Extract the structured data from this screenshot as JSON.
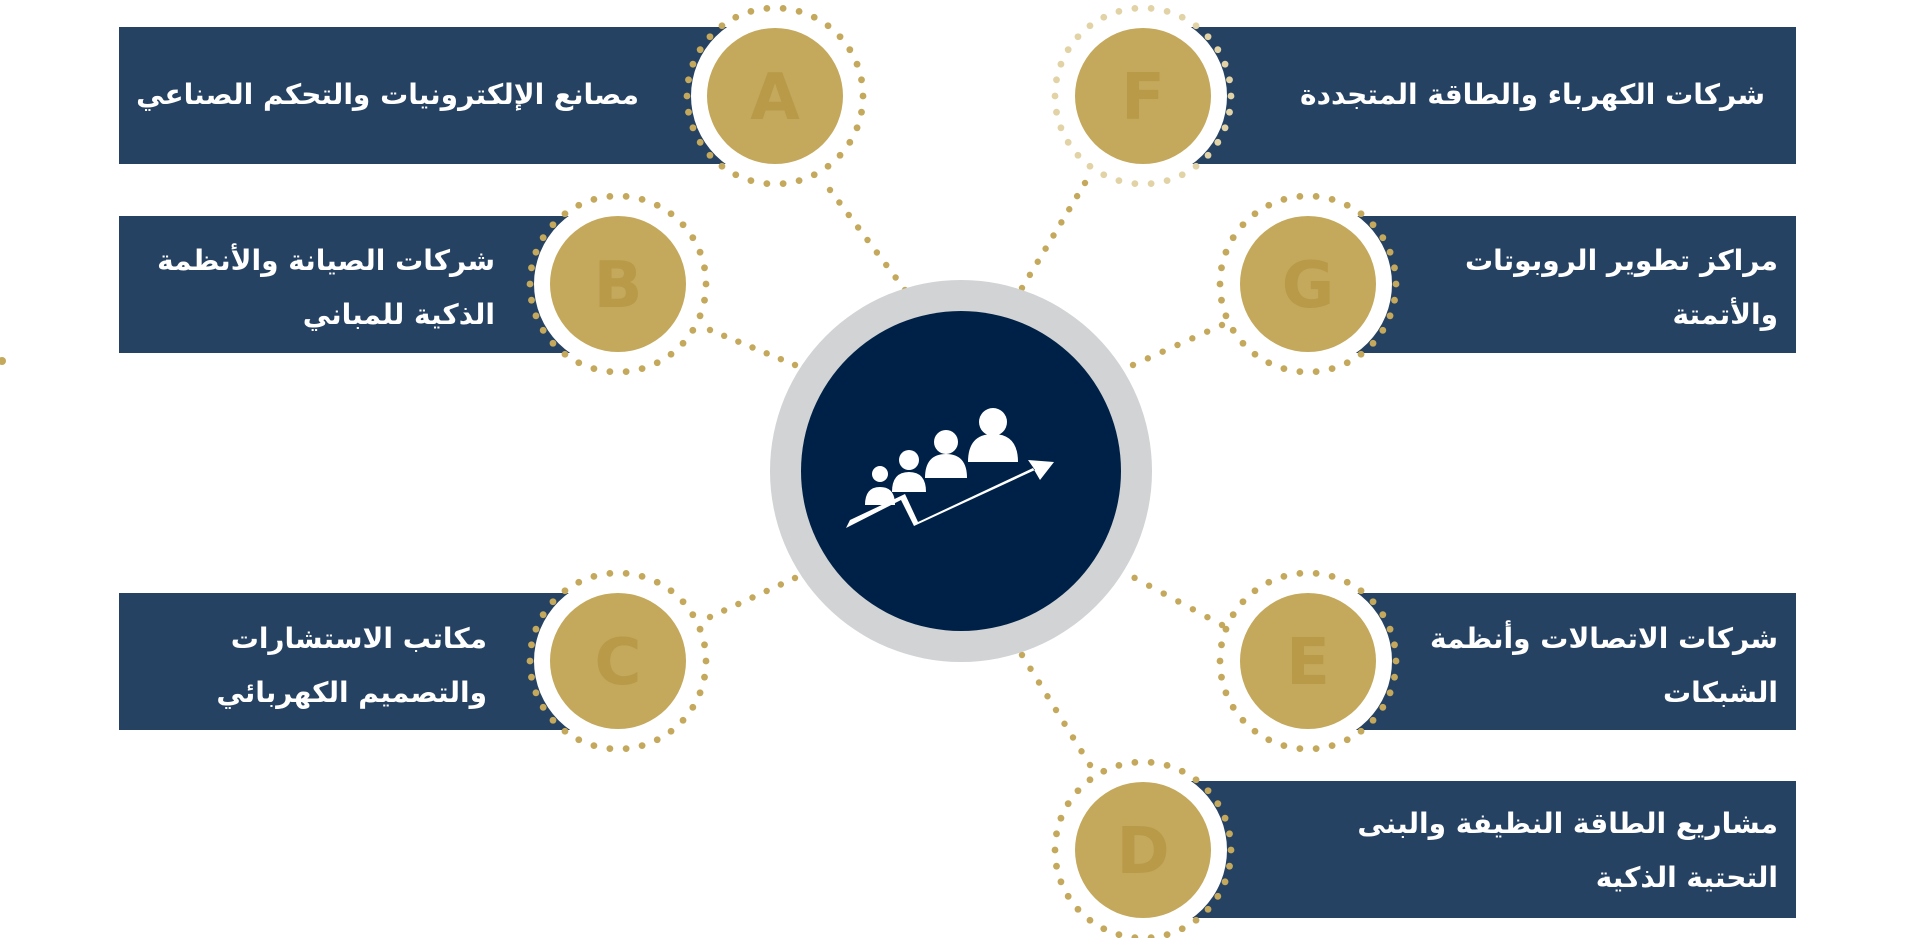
{
  "colors": {
    "box": "#264263",
    "gold": "#C4A85C",
    "letter": "#B89A48",
    "center_fill": "#002147",
    "center_ring": "#D1D3D4",
    "dots": "#C4A85C",
    "dots_faded": "#E2D3A6"
  },
  "center_icon": "team-growth-arrow-icon",
  "items": [
    {
      "letter": "A",
      "line1": "مصانع الإلكترونيات والتحكم الصناعي",
      "line2": ""
    },
    {
      "letter": "B",
      "line1": "شركات الصيانة والأنظمة",
      "line2": "الذكية للمباني"
    },
    {
      "letter": "C",
      "line1": "مكاتب الاستشارات",
      "line2": "والتصميم الكهربائي"
    },
    {
      "letter": "D",
      "line1": "مشاريع الطاقة النظيفة والبنى",
      "line2": "التحتية الذكية"
    },
    {
      "letter": "E",
      "line1": "شركات الاتصالات وأنظمة",
      "line2": "الشبكات"
    },
    {
      "letter": "F",
      "line1": "شركات الكهرباء والطاقة المتجددة",
      "line2": ""
    },
    {
      "letter": "G",
      "line1": "مراكز تطوير الروبوتات",
      "line2": "والأتمتة"
    }
  ]
}
